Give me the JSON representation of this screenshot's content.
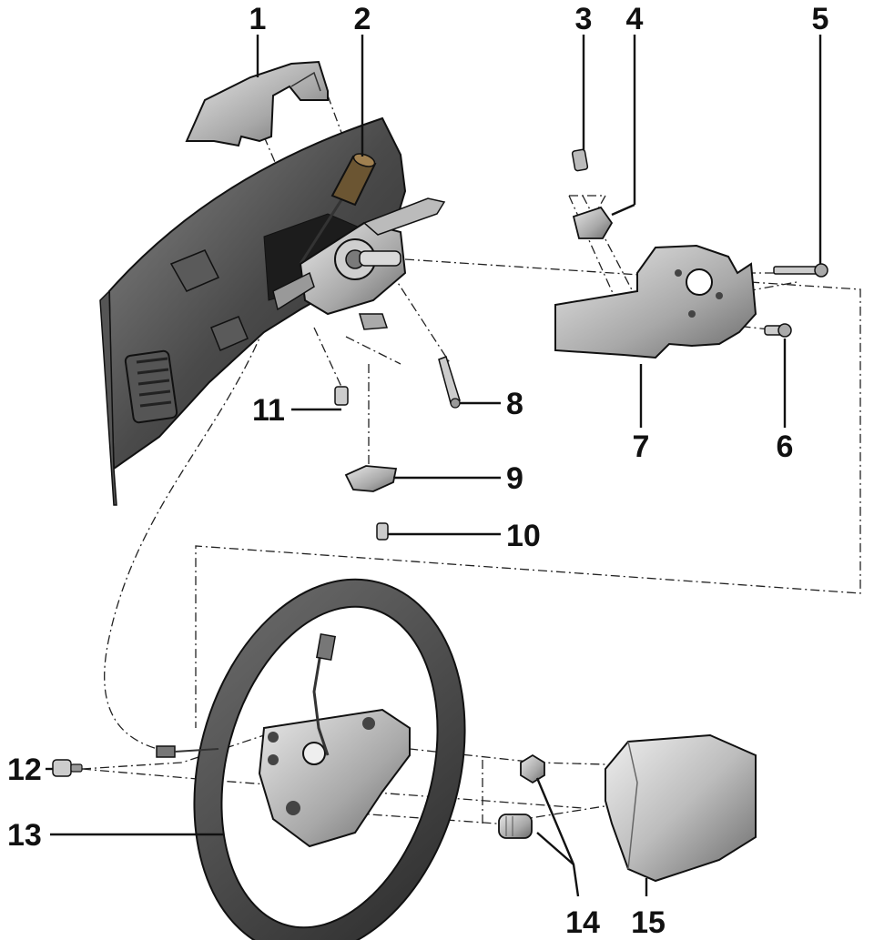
{
  "parts": [
    {
      "id": "1",
      "label": "1"
    },
    {
      "id": "2",
      "label": "2"
    },
    {
      "id": "3",
      "label": "3"
    },
    {
      "id": "4",
      "label": "4"
    },
    {
      "id": "5",
      "label": "5"
    },
    {
      "id": "6",
      "label": "6"
    },
    {
      "id": "7",
      "label": "7"
    },
    {
      "id": "8",
      "label": "8"
    },
    {
      "id": "9",
      "label": "9"
    },
    {
      "id": "10",
      "label": "10"
    },
    {
      "id": "11",
      "label": "11"
    },
    {
      "id": "12",
      "label": "12"
    },
    {
      "id": "13",
      "label": "13"
    },
    {
      "id": "14",
      "label": "14"
    },
    {
      "id": "15",
      "label": "15"
    }
  ],
  "colors": {
    "dark": "#3a3a3a",
    "mid": "#6e6e6e",
    "light": "#bdbdbd",
    "outline": "#111111"
  }
}
